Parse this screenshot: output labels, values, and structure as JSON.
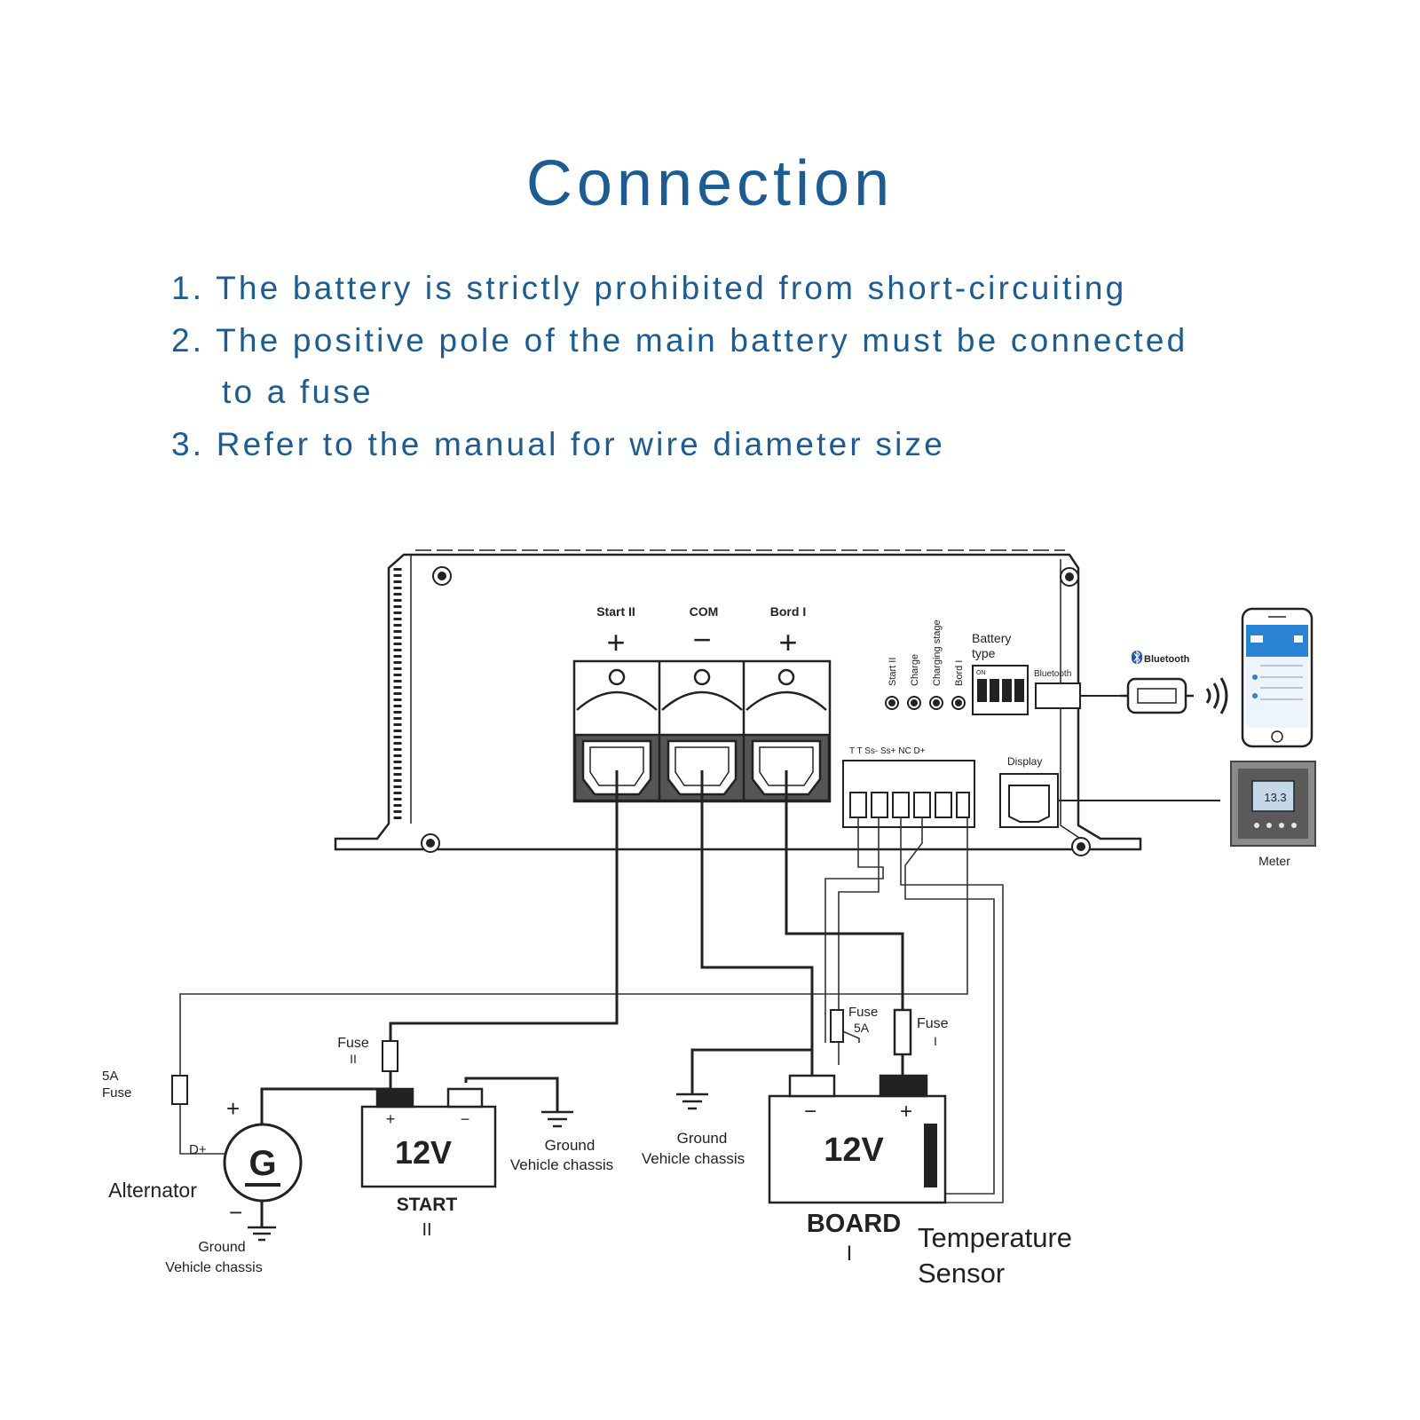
{
  "heading": {
    "title": "Connection",
    "color": "#1a5c93"
  },
  "notes": [
    {
      "num": "1.",
      "line1": "The battery is strictly prohibited from short-circuiting"
    },
    {
      "num": "2.",
      "line1": "The positive pole of the main battery must be connected",
      "line2": "to a fuse"
    },
    {
      "num": "3.",
      "line1": "Refer to the manual for wire diameter size"
    }
  ],
  "device": {
    "terminals": [
      "Start II",
      "COM",
      "Bord I"
    ],
    "polarity": [
      "+",
      "−",
      "+"
    ],
    "leds": [
      "Start II",
      "Charge",
      "Charging stage",
      "Bord I"
    ],
    "battery_type_label": [
      "Battery",
      "type"
    ],
    "dip_on_label": "ON",
    "bluetooth_port": "Bluetooth",
    "connector_pins": "T  T  Ss- Ss+ NC D+",
    "display_port": "Display"
  },
  "peripherals": {
    "bluetooth_module": "Bluetooth",
    "meter_label": "Meter",
    "meter_reading": "13.3"
  },
  "wiring": {
    "fuse_start": [
      "Fuse",
      "II"
    ],
    "fuse_5a_board": [
      "Fuse",
      "5A"
    ],
    "fuse_board": [
      "Fuse",
      "I"
    ],
    "fuse_alt": [
      "5A",
      "Fuse"
    ],
    "ground_start": [
      "Ground",
      "Vehicle chassis"
    ],
    "ground_com": [
      "Ground",
      "Vehicle chassis"
    ],
    "ground_alt": [
      "Ground",
      "Vehicle chassis"
    ]
  },
  "alternator": {
    "symbol": "G",
    "label": "Alternator",
    "d_plus": "D+",
    "plus": "+",
    "minus": "−"
  },
  "battery_start": {
    "voltage": "12V",
    "name": "START",
    "roman": "II",
    "plus": "+",
    "minus": "−"
  },
  "battery_board": {
    "voltage": "12V",
    "name": "BOARD",
    "roman": "I",
    "plus": "+",
    "minus": "−"
  },
  "temp_sensor": [
    "Temperature",
    "Sensor"
  ]
}
